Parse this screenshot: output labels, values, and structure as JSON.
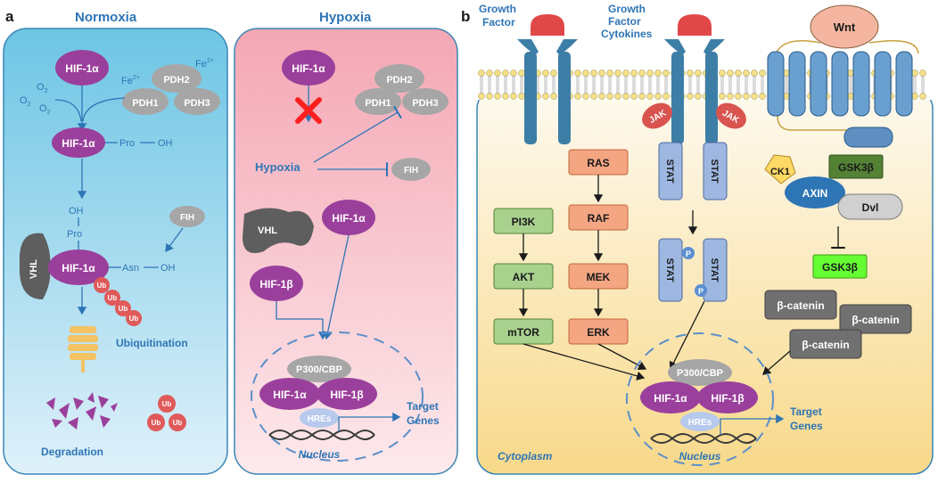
{
  "panel_a": {
    "label": "a",
    "normoxia": {
      "title": "Normoxia",
      "hif1a": "HIF-1α",
      "o2": [
        "O",
        "2"
      ],
      "fe": [
        "Fe",
        "2+"
      ],
      "pdh1": "PDH1",
      "pdh2": "PDH2",
      "pdh3": "PDH3",
      "pro": "Pro",
      "oh": "OH",
      "fih": "FIH",
      "vhl": "VHL",
      "asn": "Asn",
      "ub": "Ub",
      "ubiquitination": "Ubiquitination",
      "degradation": "Degradation"
    },
    "hypoxia": {
      "title": "Hypoxia",
      "hif1a": "HIF-1α",
      "hif1b": "HIF-1β",
      "pdh1": "PDH1",
      "pdh2": "PDH2",
      "pdh3": "PDH3",
      "hypoxia_label": "Hypoxia",
      "fih": "FIH",
      "vhl": "VHL",
      "p300": "P300/CBP",
      "hres": "HREs",
      "target_genes": [
        "Target",
        "Genes"
      ],
      "nucleus": "Nucleus"
    }
  },
  "panel_b": {
    "label": "b",
    "growth_factor": [
      "Growth",
      "Factor"
    ],
    "growth_factor_cytokines": [
      "Growth",
      "Factor",
      "Cytokines"
    ],
    "wnt": "Wnt",
    "jak": "JAK",
    "ras": "RAS",
    "raf": "RAF",
    "mek": "MEK",
    "erk": "ERK",
    "pi3k": "PI3K",
    "akt": "AKT",
    "mtor": "mTOR",
    "stat": "STAT",
    "p": "P",
    "ck1": "CK1",
    "gsk3b": "GSK3β",
    "axin": "AXIN",
    "dvl": "Dvl",
    "beta_catenin": "β-catenin",
    "p300": "P300/CBP",
    "hif1a": "HIF-1α",
    "hif1b": "HIF-1β",
    "hres": "HREs",
    "target_genes": [
      "Target",
      "Genes"
    ],
    "nucleus": "Nucleus",
    "cytoplasm": "Cytoplasm"
  },
  "colors": {
    "hif": "#9b3f9c",
    "pdh": "#a6a6a6",
    "vhl": "#5e5e5e",
    "ub": "#e05a5a",
    "label_blue": "#2e75b6",
    "ras_orange": "#f4a582",
    "pi3k_green": "#a9d18e",
    "stat_blue": "#9db7e0",
    "receptor": "#3d7ea6",
    "ligand_red": "#e04848",
    "gsk_dark": "#548235",
    "gsk_bright": "#66ff33",
    "bcat": "#707070",
    "axin": "#2e75b6",
    "ck1": "#ffd966",
    "wnt": "#f4b6a0",
    "inhibit_x": "#ff1f1f"
  }
}
